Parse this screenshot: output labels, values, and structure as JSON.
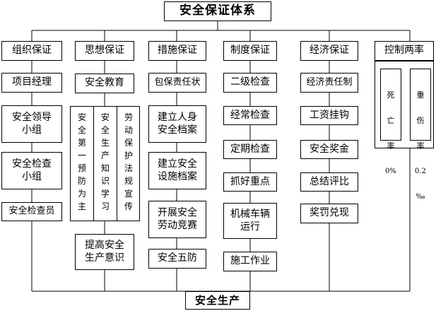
{
  "title": "安全保证体系",
  "bottom": "安全生产",
  "columns": [
    {
      "header": "组织保证",
      "items": [
        "项目经理",
        "安全领导\n小组",
        "安全检查\n小组",
        "安全检查员"
      ]
    },
    {
      "header": "思想保证",
      "items": [
        "安全教育"
      ],
      "sub_items": [
        "安全第一预防为主",
        "安全生产知识学习",
        "劳动保护法规宣传"
      ],
      "footer": "提高安全\n生产意识"
    },
    {
      "header": "措施保证",
      "items": [
        "包保责任状",
        "建立人身\n安全档案",
        "建立安全\n设施档案",
        "开展安全\n劳动竞赛",
        "安全五防"
      ]
    },
    {
      "header": "制度保证",
      "items": [
        "二级检查",
        "经常检查",
        "定期检查",
        "抓好重点",
        "机械车辆\n运行",
        "施工作业"
      ]
    },
    {
      "header": "经济保证",
      "items": [
        "经济责任制",
        "工资挂钩",
        "安全奖金",
        "总结评比",
        "奖罚兑现"
      ]
    },
    {
      "header": "控制两率",
      "rates": [
        {
          "chars": [
            "死",
            "亡",
            "率"
          ],
          "value": "0%"
        },
        {
          "chars": [
            "重",
            "伤",
            "率"
          ],
          "value": "0.2",
          "unit": "‰"
        }
      ]
    }
  ]
}
